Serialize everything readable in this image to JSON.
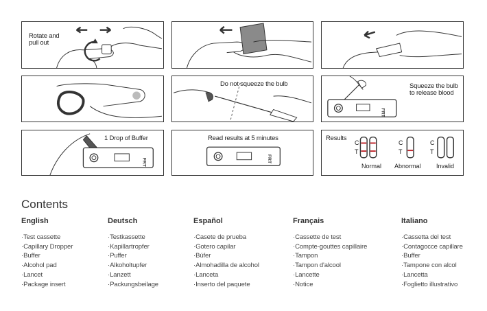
{
  "steps": {
    "rotate": "Rotate and pull out",
    "no_squeeze": "Do not squeeze the bulb",
    "squeeze": "Squeeze the bulb to release blood",
    "buffer": "1 Drop of Buffer",
    "read": "Read results at 5 minutes",
    "results": "Results"
  },
  "cassette": {
    "t_mark": "T",
    "c_mark": "C",
    "brand": "FRT"
  },
  "results_labels": {
    "normal": "Normal",
    "abnormal": "Abnormal",
    "invalid": "Invalid",
    "c": "C",
    "t": "T"
  },
  "contents": {
    "title": "Contents",
    "columns": [
      {
        "language": "English",
        "items": [
          "Test cassette",
          "Capillary Dropper",
          "Buffer",
          "Alcohol pad",
          "Lancet",
          "Package insert"
        ]
      },
      {
        "language": "Deutsch",
        "items": [
          "Testkassette",
          "Kapillartropfer",
          "Puffer",
          "Alkoholtupfer",
          "Lanzett",
          "Packungsbeilage"
        ]
      },
      {
        "language": "Español",
        "items": [
          "Casete de prueba",
          "Gotero capilar",
          "Búfer",
          "Almohadilla de alcohol",
          "Lanceta",
          "Inserto del paquete"
        ]
      },
      {
        "language": "Français",
        "items": [
          "Cassette de test",
          "Compte-gouttes capillaire",
          "Tampon",
          "Tampon d'alcool",
          "Lancette",
          "Notice"
        ]
      },
      {
        "language": "Italiano",
        "items": [
          "Cassetta del test",
          "Contagocce capillare",
          "Buffer",
          "Tampone con alcol",
          "Lancetta",
          "Foglietto illustrativo"
        ]
      }
    ]
  },
  "colors": {
    "line": "#333333",
    "red": "#c0272d",
    "gray_fill": "#8a8a8a"
  }
}
